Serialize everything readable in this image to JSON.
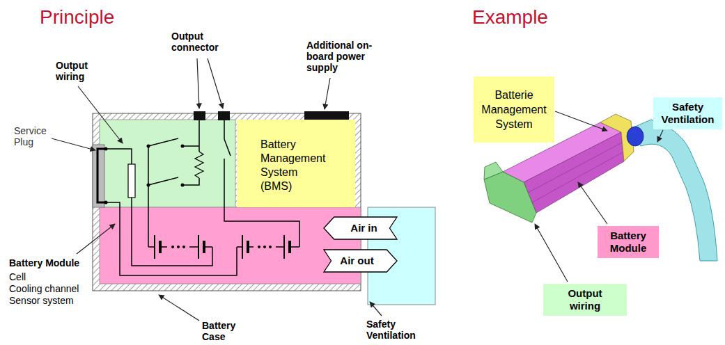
{
  "diagram": {
    "title": "Principle",
    "nodes": [
      {
        "text": [
          "Battery Management System (BMS)"
        ]
      },
      {
        "text": [
          "Air in"
        ]
      },
      {
        "text": [
          "Air out"
        ]
      },
      {
        "text": [
          "Batterie Management System"
        ]
      },
      {
        "text": [
          "Safety Ventilation"
        ]
      },
      {
        "text": [
          "Battery Module"
        ]
      },
      {
        "text": [
          "Output wiring"
        ]
      }
    ],
    "labels": [
      "Example",
      "Output wiring",
      "Output connector",
      "Additional on-board power supply",
      "Service Plug",
      "Battery Module",
      "Cell",
      "Cooling channel",
      "Sensor system",
      "Battery Case",
      "Safety Ventilation"
    ]
  }
}
